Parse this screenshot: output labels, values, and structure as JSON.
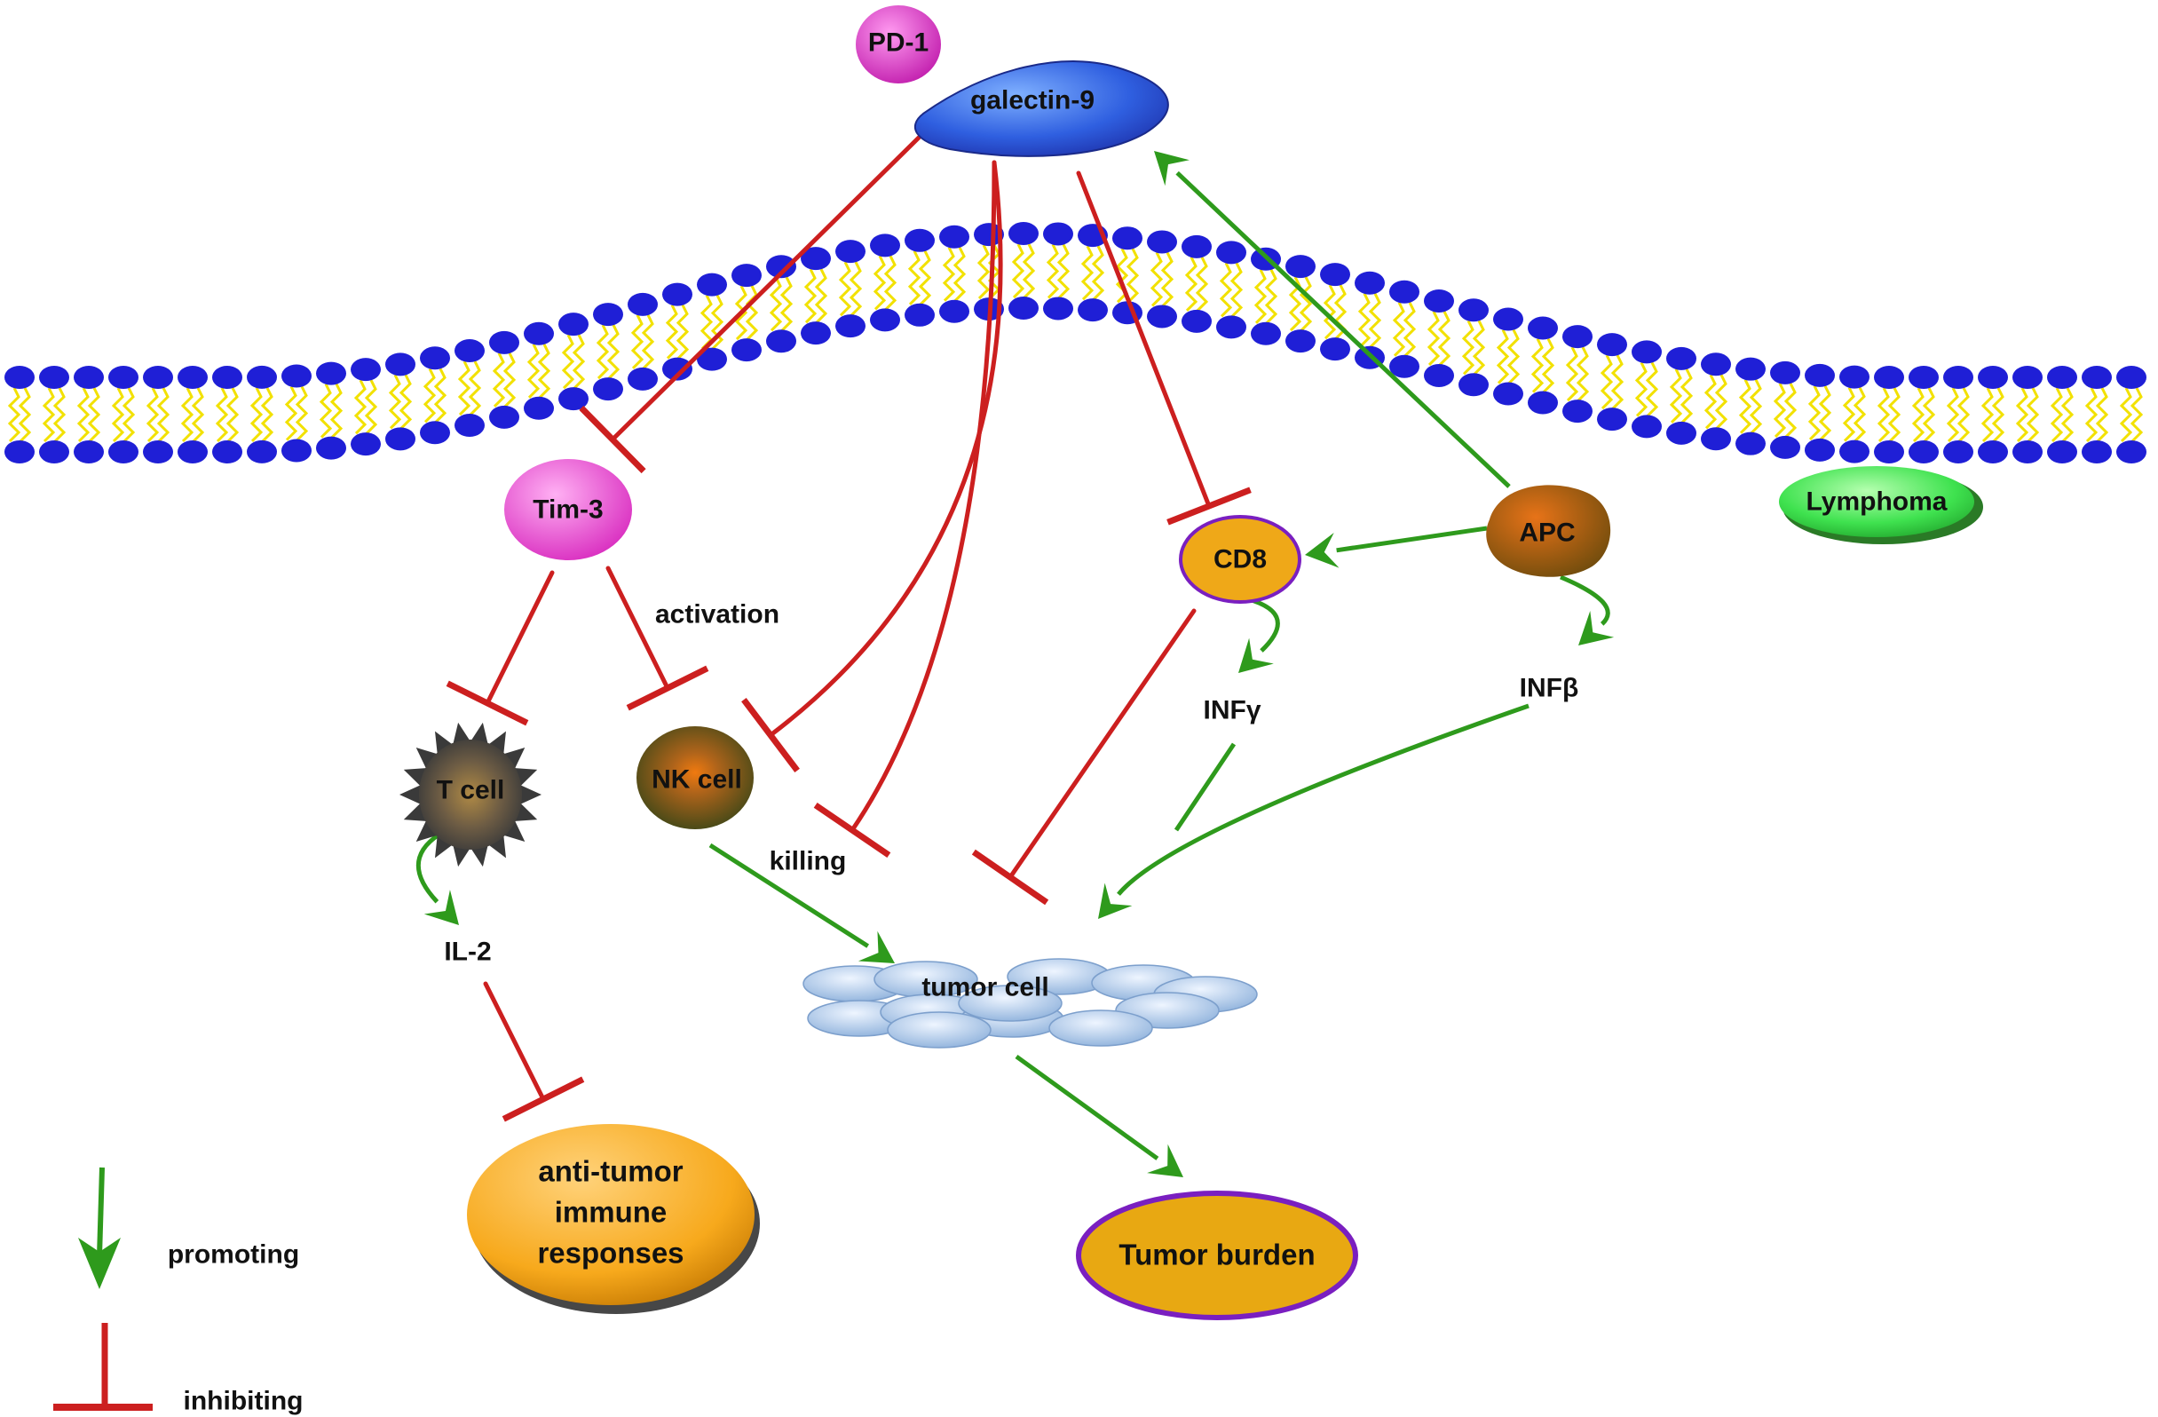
{
  "nodes": {
    "pd1": "PD-1",
    "galectin9": "galectin-9",
    "lymphoma": "Lymphoma",
    "tim3": "Tim-3",
    "cd8": "CD8",
    "apc": "APC",
    "tcell": "T cell",
    "nkcell": "NK cell",
    "tumor_cell": "tumor cell",
    "anti_tumor": [
      "anti-tumor",
      "immune",
      "responses"
    ],
    "tumor_burden": "Tumor burden"
  },
  "mediators": {
    "infg": "INFγ",
    "infb": "INFβ",
    "il2": "IL-2"
  },
  "edge_labels": {
    "activation": "activation",
    "killing": "killing"
  },
  "legend": {
    "promoting": "promoting",
    "inhibiting": "inhibiting"
  },
  "colors": {
    "promote": "#2e9a1c",
    "inhibit": "#cc1f1f",
    "lipid_head": "#1f1fd6",
    "lipid_tail": "#f2e100",
    "pd1": "#e03cc8",
    "galectin9": "#2f5fe0",
    "tim3": "#f04ad8",
    "cd8": "#efa818",
    "apc": "#b45a08",
    "lymphoma": "#3fe24f",
    "anti_tumor": "#f7a91c",
    "tumor_burden": "#e8a812",
    "tumor_burden_border": "#7a1fc0",
    "tumor_cell": "#a9c7ea"
  }
}
